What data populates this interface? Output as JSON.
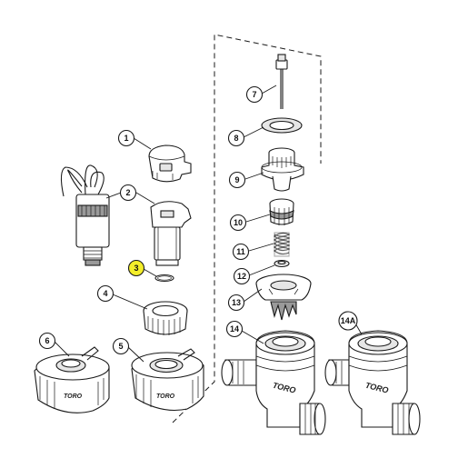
{
  "highlight_color": "#f4ee2a",
  "callouts": {
    "c1": "1",
    "c2": "2",
    "c3": "3",
    "c4": "4",
    "c5": "5",
    "c6": "6",
    "c7": "7",
    "c8": "8",
    "c9": "9",
    "c10": "10",
    "c11": "11",
    "c12": "12",
    "c13": "13",
    "c14": "14",
    "c14a": "14A"
  },
  "highlighted_callout": "3",
  "brand": {
    "cap_left": "TORO",
    "cap_right": "TORO",
    "valve_left": "TORO",
    "valve_right": "TORO"
  }
}
